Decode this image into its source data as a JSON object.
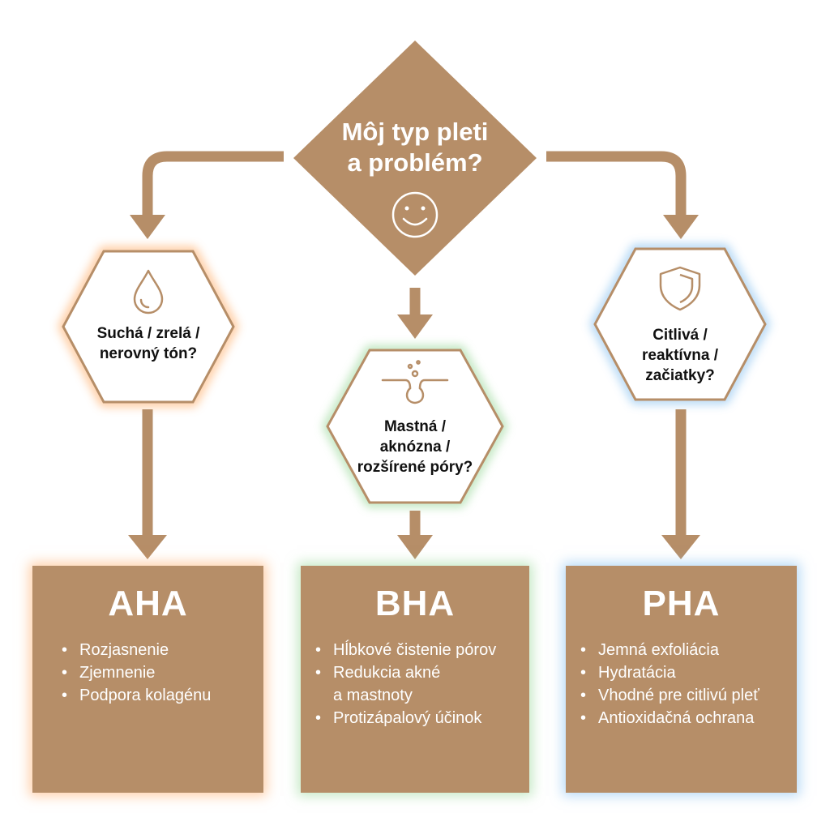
{
  "colors": {
    "brand_brown": "#b68e68",
    "text_dark": "#111111",
    "text_light": "#ffffff",
    "glow_orange": "#ffaa64",
    "glow_green": "#96d796",
    "glow_blue": "#8cc3f0"
  },
  "root": {
    "lines": [
      "Môj typ pleti",
      "a problém?"
    ],
    "icon": "smiley-face-icon"
  },
  "questions": [
    {
      "id": "dry",
      "lines": [
        "Suchá / zrelá /",
        "nerovný tón?"
      ],
      "icon": "water-drop-icon",
      "glow": "orange"
    },
    {
      "id": "oily",
      "lines": [
        "Mastná /",
        "aknózna /",
        "rozšírené póry?"
      ],
      "icon": "pore-icon",
      "glow": "green"
    },
    {
      "id": "sensitive",
      "lines": [
        "Citlivá /",
        "reaktívna /",
        "začiatky?"
      ],
      "icon": "shield-icon",
      "glow": "blue"
    }
  ],
  "results": [
    {
      "title": "AHA",
      "items": [
        [
          "Rozjasnenie"
        ],
        [
          "Zjemnenie"
        ],
        [
          "Podpora kolagénu"
        ]
      ]
    },
    {
      "title": "BHA",
      "items": [
        [
          "Hĺbkové čistenie pórov"
        ],
        [
          "Redukcia akné",
          "a mastnoty"
        ],
        [
          "Protizápalový účinok"
        ]
      ]
    },
    {
      "title": "PHA",
      "items": [
        [
          "Jemná exfoliácia"
        ],
        [
          "Hydratácia"
        ],
        [
          "Vhodné pre citlivú pleť"
        ],
        [
          "Antioxidačná ochrana"
        ]
      ]
    }
  ],
  "bullet": "•"
}
